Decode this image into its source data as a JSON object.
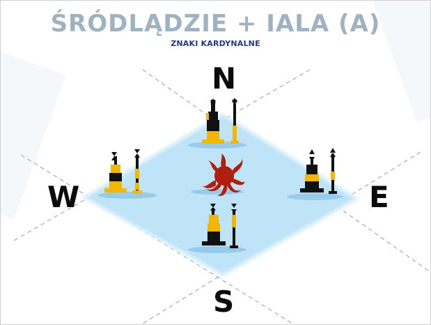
{
  "header": {
    "title": "ŚRÓDLĄDZIE + IALA (A)",
    "subtitle": "ZNAKI KARDYNALNE"
  },
  "directions": {
    "north": "N",
    "south": "S",
    "west": "W",
    "east": "E"
  },
  "colors": {
    "water": "#bfe3f7",
    "buoy_yellow": "#f2b705",
    "buoy_black": "#111111",
    "octopus": "#b01e10",
    "title": "#9fb2c1",
    "subtitle": "#1f3a8a"
  },
  "icons": [
    "octopus-icon",
    "cardinal-buoy-icon",
    "cardinal-spar-icon"
  ]
}
